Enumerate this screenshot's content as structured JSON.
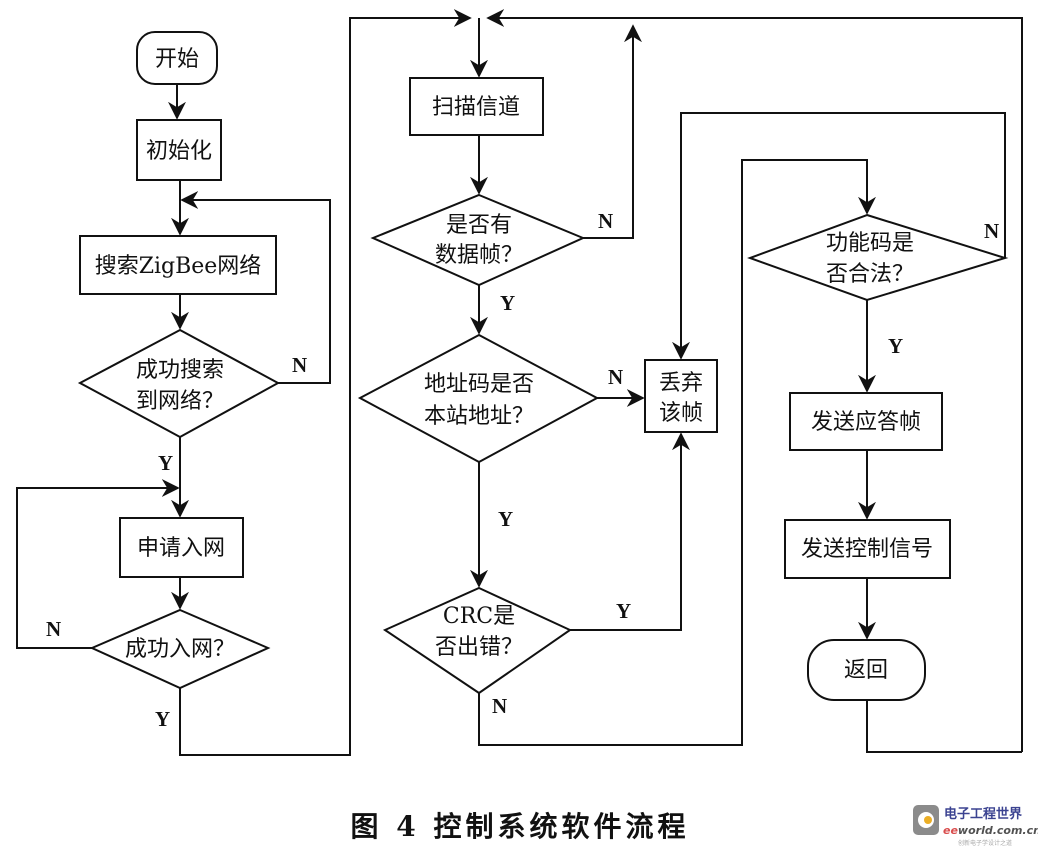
{
  "nodes": {
    "start": "开始",
    "init": "初始化",
    "search": "搜索ZigBee网络",
    "search_ok": [
      "成功搜索",
      "到网络？"
    ],
    "join": "申请入网",
    "join_ok": "成功入网？",
    "scan": "扫描信道",
    "has_frame": [
      "是否有",
      "数据帧？"
    ],
    "addr": [
      "地址码是否",
      "本站地址？"
    ],
    "discard": [
      "丢弃",
      "该帧"
    ],
    "crc": [
      "CRC是",
      "否出错？"
    ],
    "func": [
      "功能码是",
      "否合法？"
    ],
    "send_ack": "发送应答帧",
    "send_ctrl": "发送控制信号",
    "ret": "返回"
  },
  "labels": {
    "yes": "Y",
    "no": "N"
  },
  "caption": "图 4   控制系统软件流程",
  "watermark": {
    "text": "电子工程世界",
    "url_text": "eeworld.com.cn",
    "slogan": "创新电子学设计之道"
  }
}
